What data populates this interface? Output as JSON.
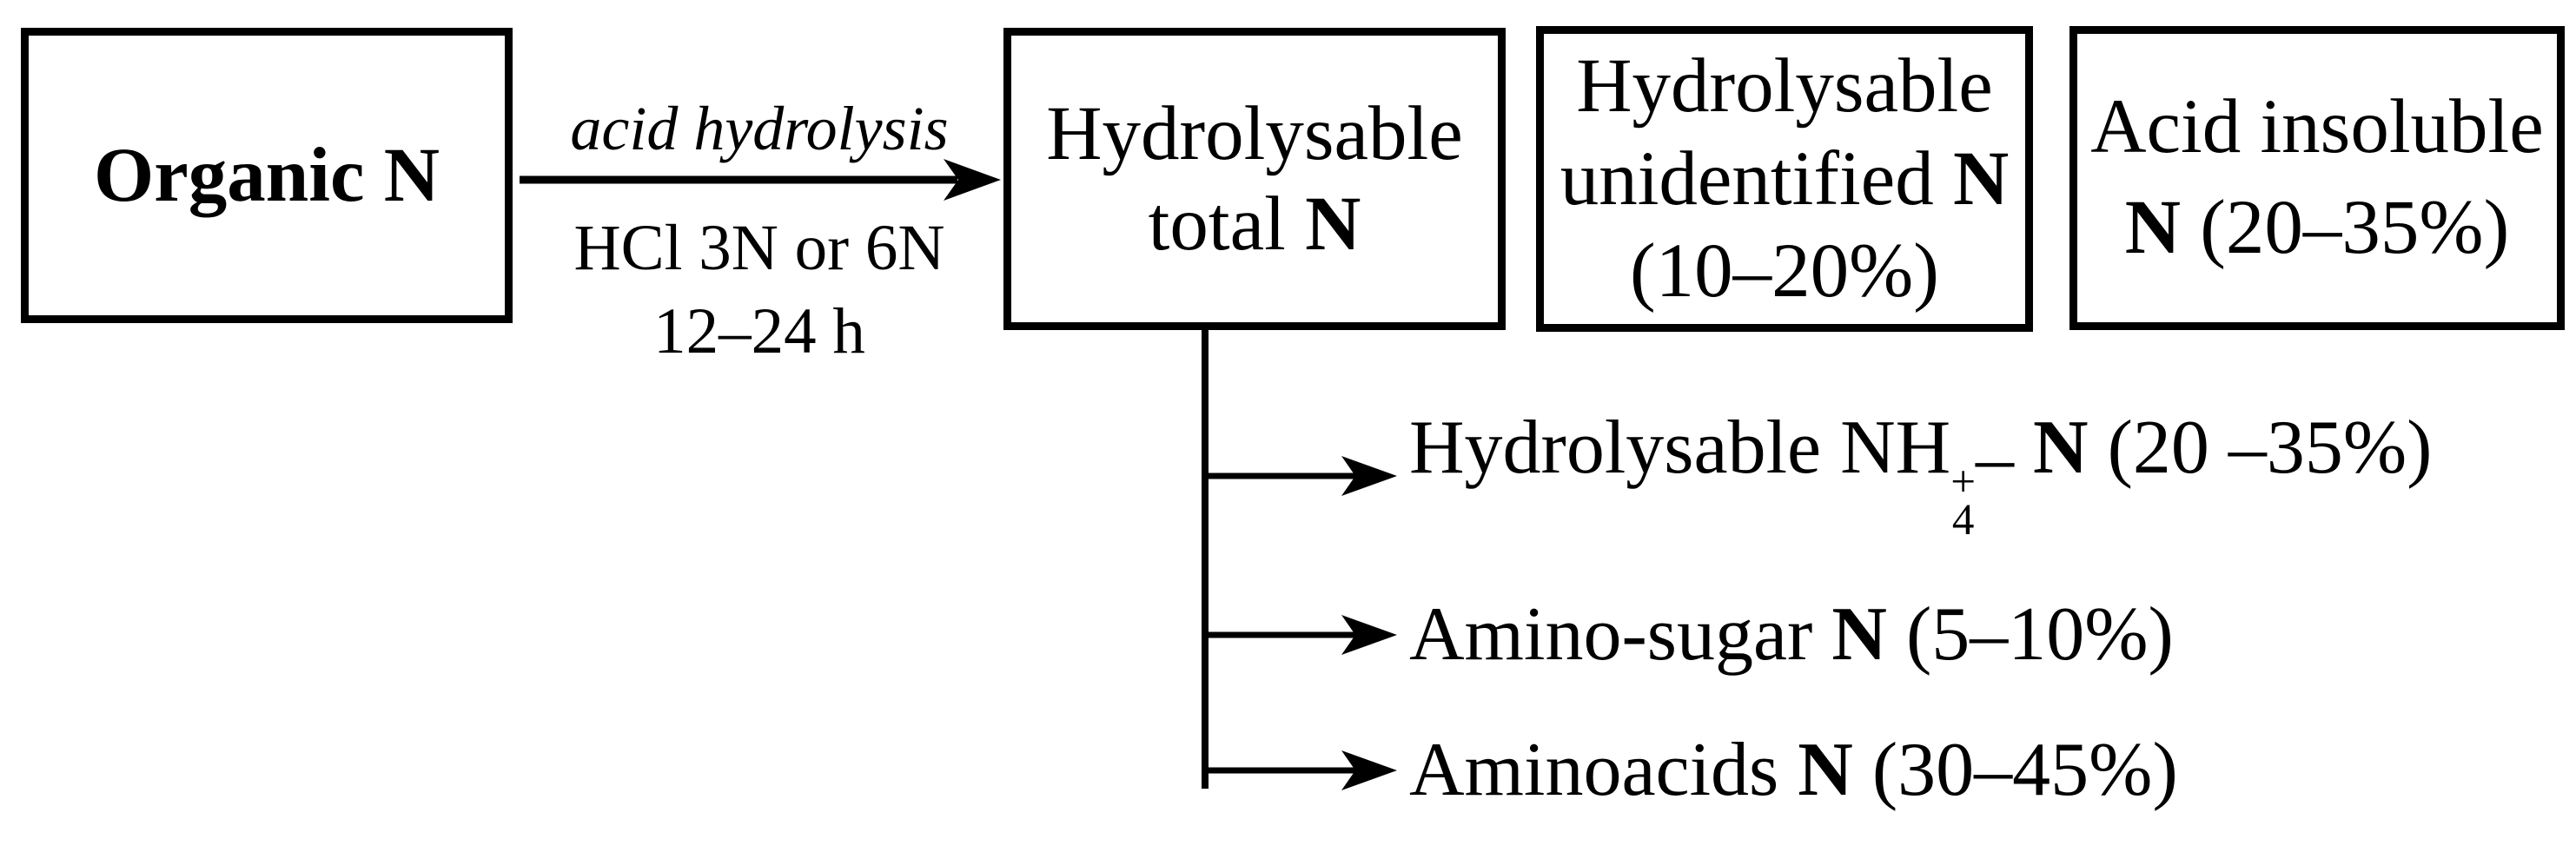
{
  "page": {
    "background_color": "#ffffff",
    "ink_color": "#000000"
  },
  "boxes": {
    "organic": {
      "label": "Organic N"
    },
    "hydrolysable_total": {
      "line1": "Hydrolysable",
      "line2_text": "total ",
      "line2_n": "N"
    },
    "hydrolysable_unidentified": {
      "line1": "Hydrolysable",
      "line2_text": "unidentified ",
      "line2_n": "N",
      "line3": "(10–20%)"
    },
    "acid_insoluble": {
      "line1": "Acid insoluble",
      "line2_n": "N",
      "line2_text": " (20–35%)"
    }
  },
  "process_arrow": {
    "label_top": "acid hydrolysis",
    "label_middle": "HCl 3N or 6N",
    "label_bottom": "12–24 h"
  },
  "branches": {
    "ammonium": {
      "prefix": "Hydrolysable NH",
      "subscript": "4",
      "superscript": "+",
      "dash": "–",
      "gap": " ",
      "n": "N",
      "suffix": " (20 –35%)"
    },
    "amino_sugar": {
      "prefix": "Amino-sugar ",
      "n": "N",
      "suffix": " (5–10%)"
    },
    "aminoacids": {
      "prefix": "Aminoacids ",
      "n": "N",
      "suffix": " (30–45%)"
    }
  }
}
